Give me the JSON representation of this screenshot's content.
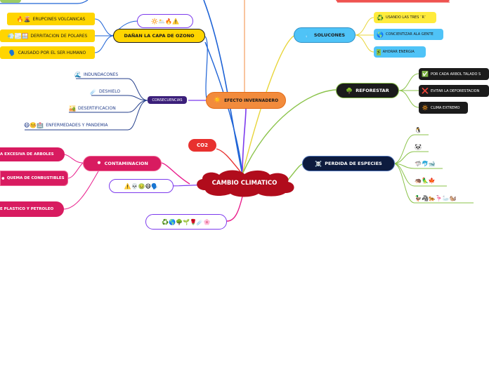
{
  "central": {
    "label": "CAMBIO CLIMATICO",
    "color": "#b10c1c"
  },
  "co2": {
    "label": "CO2",
    "color": "#e8312f"
  },
  "efecto": {
    "icon": "☀️",
    "label": "EFECTO INVERNADERO",
    "color": "#f28b3c"
  },
  "contaminacion": {
    "icon": "⚫",
    "label": "CONTAMINACION",
    "color": "#d81b60"
  },
  "capa": {
    "label": "DAÑAN LA CAPA DE OZONO",
    "color": "#ffd500"
  },
  "soluciones": {
    "icon": "💧",
    "label": "SOLUCONES",
    "color": "#4fc3f7"
  },
  "reforestar": {
    "icon": "🌳",
    "label": "REFORESTAR",
    "color": "#1b1b1b"
  },
  "perdida": {
    "icon": "☠️",
    "label": "PERDIDA DE ESPECIES",
    "color": "#0d1b3e"
  },
  "emoji_boxes": {
    "capa_emojis": "🔆🌥️🔥⚠️",
    "contaminacion_emojis": "⚠️💀🤢😷🗣️",
    "bottom_emojis": "♻️🌎🌳🌱🌹☄️🌸"
  },
  "consecuencias": {
    "label": "CONSECUENCIAS"
  },
  "consecuencias_items": [
    {
      "icon": "🌊",
      "label": "INDUNDACONES"
    },
    {
      "icon": "☄️",
      "label": "DESHIELO"
    },
    {
      "icon": "🏜️",
      "label": "DESERTIFICACION"
    },
    {
      "icon": "😷🤒🏥",
      "label": "ENFERMEDADES Y PANDEMIA"
    }
  ],
  "capa_items": [
    {
      "icon": "🔥🌋",
      "label": "ERUPCINES VOLCANICAS"
    },
    {
      "icon": "💨🌫️🪟",
      "label": "DERRITACION DE POLARES"
    },
    {
      "icon": "🗣️",
      "label": "CAUSADO POR EL SER HUMANO"
    }
  ],
  "contaminacion_items": [
    {
      "label": "A EXCESIVA DE ARBOLES"
    },
    {
      "icon": "⚫",
      "label": "QUEMA DE CONBUSTIBLES"
    },
    {
      "label": "E PLASTICO Y PETROLEO"
    }
  ],
  "soluciones_items": [
    {
      "icon": "♻️",
      "label": "USANDO LAS TRES ¨R¨"
    },
    {
      "icon": "🌎",
      "label": "CONCIENTIZAR ALA GENTE"
    },
    {
      "icon": "⚡",
      "label": "AHORAR ENERGIA"
    }
  ],
  "reforestar_items": [
    {
      "icon": "✅",
      "label": "POR CADA ARBOL TALADO S"
    },
    {
      "icon": "❌",
      "label": "EVITAR LA DEFORESTACION"
    },
    {
      "icon": "🔅",
      "label": "CLIMA EXTREMO"
    }
  ],
  "perdida_items": [
    {
      "emojis": "🐧"
    },
    {
      "emojis": "🐼"
    },
    {
      "emojis": "🦈🐬🐋"
    },
    {
      "emojis": "🦔🦜🍁"
    },
    {
      "emojis": "🦆🦓🐅🦩🦢🐿️"
    }
  ],
  "link_colors": {
    "blue": "#1e63d6",
    "purple": "#7c3aed",
    "pink": "#e91e8c",
    "orange": "#f28b3c",
    "green": "#8bc34a",
    "yellow": "#e8d53a",
    "navy": "#233e8b"
  }
}
